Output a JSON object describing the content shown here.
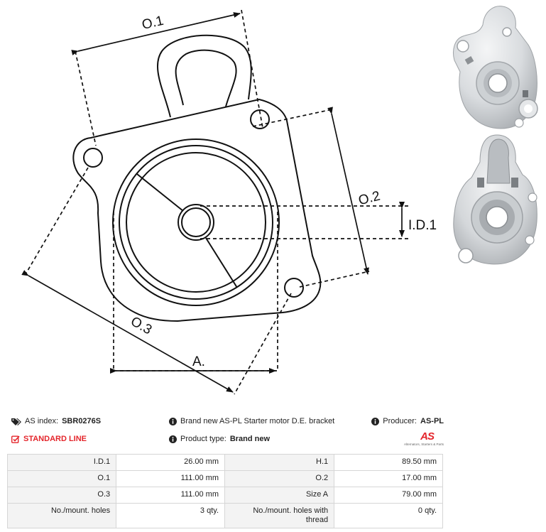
{
  "diagram_labels": {
    "o1": "O.1",
    "o2": "O.2",
    "o3": "O.3",
    "id1": "I.D.1",
    "a": "A."
  },
  "info": {
    "as_index_label": "AS index:",
    "as_index_value": "SBR0276S",
    "description": "Brand new AS-PL Starter motor D.E. bracket",
    "producer_label": "Producer:",
    "producer_value": "AS-PL",
    "line": "STANDARD LINE",
    "product_type_label": "Product type:",
    "product_type_value": "Brand new",
    "logo_text": "AS",
    "logo_tagline": "Alternators, Starters & Parts"
  },
  "specs": {
    "rows": [
      {
        "k1": "I.D.1",
        "v1": "26.00 mm",
        "k2": "H.1",
        "v2": "89.50 mm"
      },
      {
        "k1": "O.1",
        "v1": "111.00 mm",
        "k2": "O.2",
        "v2": "17.00 mm"
      },
      {
        "k1": "O.3",
        "v1": "111.00 mm",
        "k2": "Size A",
        "v2": "79.00 mm"
      },
      {
        "k1": "No./mount. holes",
        "v1": "3 qty.",
        "k2": "No./mount. holes with thread",
        "v2": "0 qty."
      }
    ]
  },
  "colors": {
    "accent_red": "#e4252b",
    "table_key_bg": "#f3f3f3",
    "table_border": "#d6d6d6"
  }
}
